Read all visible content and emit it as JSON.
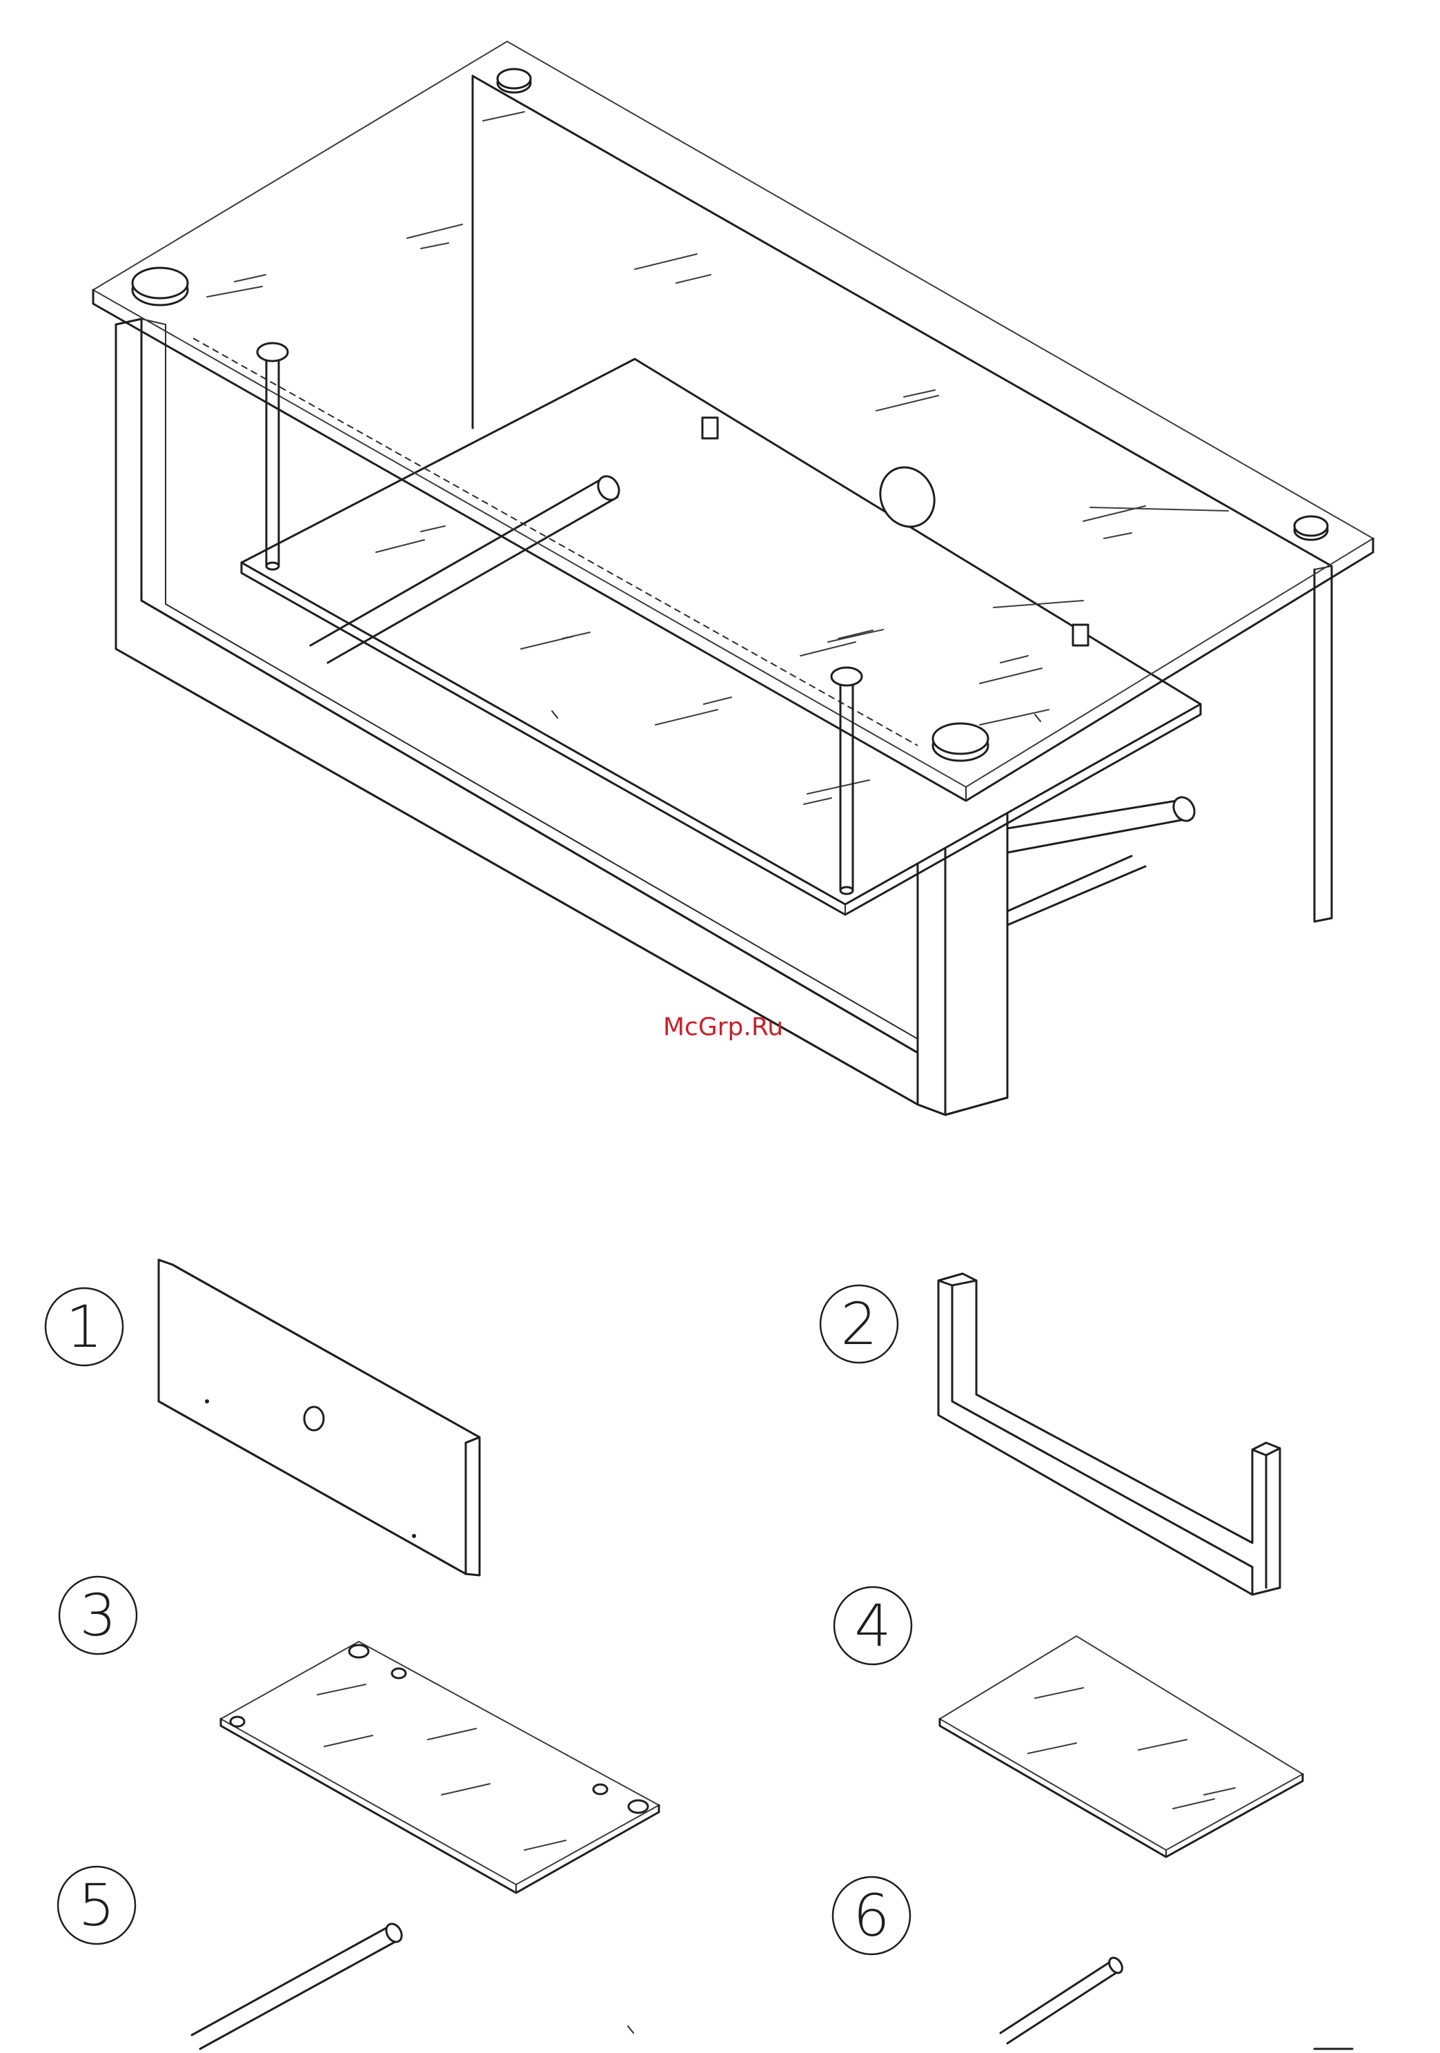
{
  "watermark": "McGrp.Ru",
  "parts": [
    {
      "number": "1"
    },
    {
      "number": "2"
    },
    {
      "number": "3"
    },
    {
      "number": "4"
    },
    {
      "number": "5"
    },
    {
      "number": "6"
    }
  ]
}
